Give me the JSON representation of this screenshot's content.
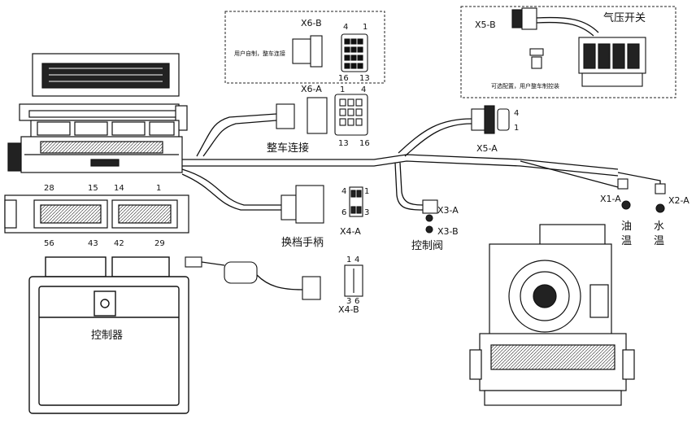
{
  "connectors": {
    "x6b": "X6-B",
    "x6a": "X6-A",
    "x5b": "X5-B",
    "x5a": "X5-A",
    "x4a": "X4-A",
    "x4b": "X4-B",
    "x3a": "X3-A",
    "x3b": "X3-B",
    "x1a": "X1-A",
    "x2a": "X2-A"
  },
  "labels": {
    "air_pressure_switch": "气压开关",
    "vehicle_connection": "整车连接",
    "shift_handle": "换档手柄",
    "control_valve": "控制阀",
    "controller": "控制器",
    "oil_temp_1": "油",
    "oil_temp_2": "温",
    "water_temp_1": "水",
    "water_temp_2": "温",
    "x6b_note": "用户自制，整车连接",
    "x5b_note": "可选配置，用户整车制控装"
  },
  "pins": {
    "ecu_top": [
      "28",
      "15",
      "14",
      "1"
    ],
    "ecu_bottom": [
      "56",
      "43",
      "42",
      "29"
    ],
    "x6b_top": [
      "4",
      "1"
    ],
    "x6b_bottom": [
      "16",
      "13"
    ],
    "x6a_top": [
      "1",
      "4"
    ],
    "x6a_bottom": [
      "13",
      "16"
    ],
    "x5a": [
      "4",
      "1"
    ],
    "x4a_left": [
      "4",
      "6"
    ],
    "x4a_right": [
      "1",
      "3"
    ],
    "x4b_top": [
      "1",
      "4"
    ],
    "x4b_bottom": [
      "3",
      "6"
    ]
  }
}
